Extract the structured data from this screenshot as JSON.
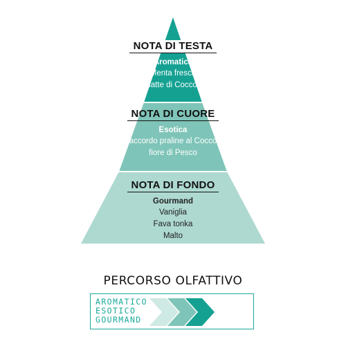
{
  "pyramid": {
    "top": {
      "title": "NOTA DI TESTA",
      "family": "Aromatica",
      "lines": [
        "Menta fresca",
        "latte di Cocco"
      ],
      "color": "#15a192"
    },
    "middle": {
      "title": "NOTA DI CUORE",
      "family": "Esotica",
      "lines": [
        "accordo praline al Cocco",
        "fiore di Pesco"
      ],
      "color": "#7fc4b8"
    },
    "bottom": {
      "title": "NOTA DI FONDO",
      "family": "Gourmand",
      "lines": [
        "Vaniglia",
        "Fava tonka",
        "Malto"
      ],
      "color": "#aed9d1"
    }
  },
  "percorso": {
    "title": "PERCORSO OLFATTIVO",
    "labels": [
      "AROMATICO",
      "ESOTICO",
      "GOURMAND"
    ],
    "chevron_colors": [
      "#cfe9e4",
      "#7fc4b8",
      "#15a192"
    ],
    "accent": "#1aa89a"
  }
}
